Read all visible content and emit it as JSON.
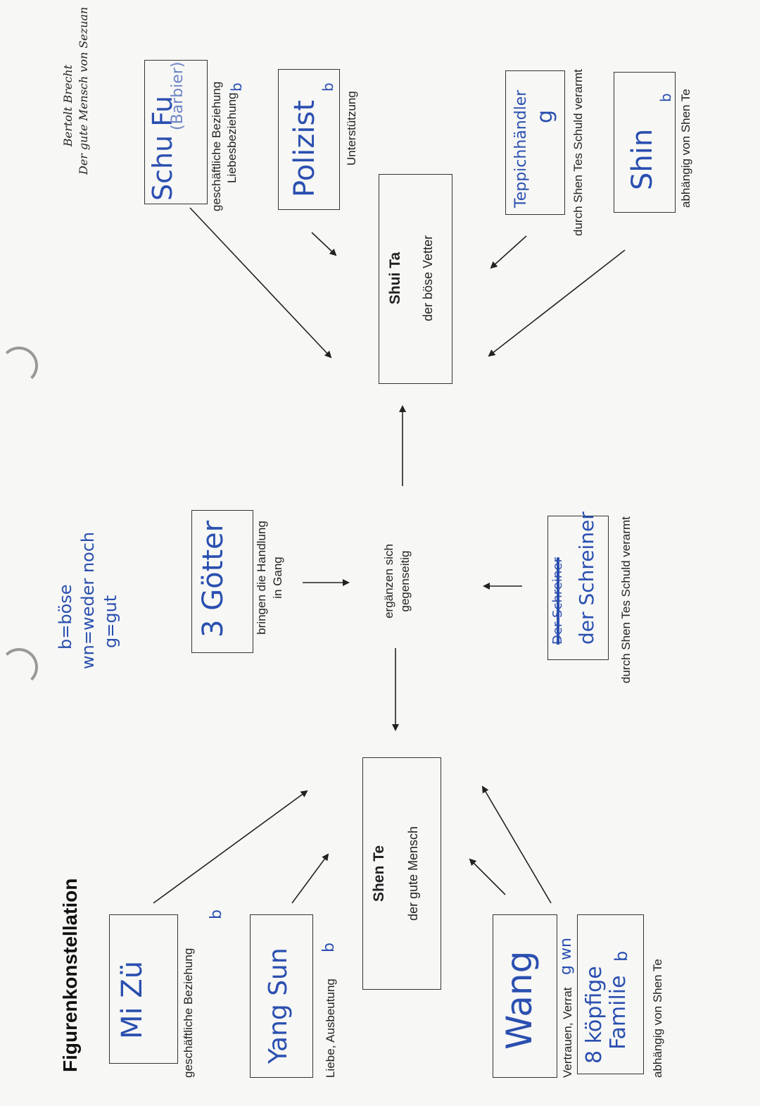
{
  "header": {
    "title": "Figurenkonstellation",
    "author": "Bertolt Brecht",
    "work": "Der gute Mensch von Sezuan"
  },
  "legend": {
    "b": "b=böse",
    "wn": "wn=weder noch",
    "g": "g=gut"
  },
  "nodes": {
    "mi_zu": {
      "name": "Mi Zü",
      "relation": "geschäftliche Beziehung",
      "rating": "b"
    },
    "yang_sun": {
      "name": "Yang Sun",
      "relation": "Liebe, Ausbeutung",
      "rating": "b"
    },
    "wang": {
      "name": "Wang",
      "relation": "Vertrauen, Verrat",
      "rating": "g wn"
    },
    "familie": {
      "name_line1": "8 köpfige",
      "name_line2": "Familie",
      "rating": "b",
      "relation": "abhängig von Shen Te"
    },
    "shen_te": {
      "name": "Shen Te",
      "desc": "der gute Mensch"
    },
    "goetter": {
      "name": "3 Götter",
      "relation_line1": "bringen die Handlung",
      "relation_line2": "in Gang"
    },
    "schreiner": {
      "crossed": "Der Schreiner",
      "name": "der Schreiner",
      "relation": "durch Shen Tes Schuld verarmt"
    },
    "center_link": {
      "line1": "ergänzen sich",
      "line2": "gegenseitig"
    },
    "shui_ta": {
      "name": "Shui Ta",
      "desc": "der böse Vetter"
    },
    "schu_fu": {
      "name": "Schu Fu",
      "sub": "(Barbier)",
      "relation_line1": "geschäftliche Beziehung",
      "relation_line2": "Liebesbeziehung",
      "rating": "b"
    },
    "polizist": {
      "name": "Polizist",
      "rating": "b",
      "relation": "Unterstützung"
    },
    "teppichhaendler": {
      "name": "Teppichhändler",
      "rating": "g",
      "relation": "durch Shen Tes Schuld verarmt"
    },
    "shin": {
      "name": "Shin",
      "rating": "b",
      "relation": "abhängig von Shen Te"
    }
  }
}
